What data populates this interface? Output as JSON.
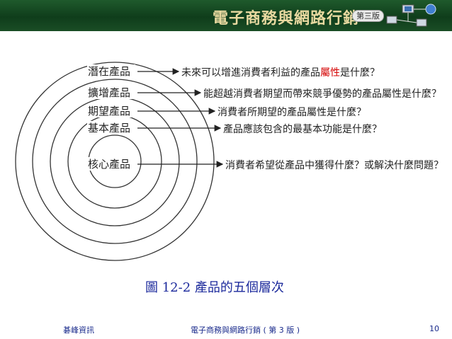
{
  "header": {
    "title": "電子商務與網路行銷",
    "edition": "第三版"
  },
  "layers": [
    {
      "label": "潛在產品",
      "question_pre": "未來可以增進消費者利益的產品",
      "question_hl": "屬性",
      "question_post": "是什麼？"
    },
    {
      "label": "擴增產品",
      "question_pre": "能超越消費者期望而帶來競爭優勢的產品屬性是什麼？",
      "question_hl": "",
      "question_post": ""
    },
    {
      "label": "期望產品",
      "question_pre": "消費者所期望的產品屬性是什麼？",
      "question_hl": "",
      "question_post": ""
    },
    {
      "label": "基本產品",
      "question_pre": "產品應該包含的最基本功能是什麼？",
      "question_hl": "",
      "question_post": ""
    },
    {
      "label": "核心產品",
      "question_pre": "消費者希望從產品中獲得什麼？或解決什麼問題？",
      "question_hl": "",
      "question_post": ""
    }
  ],
  "caption": "圖 12-2   產品的五個層次",
  "footer": {
    "left": "碁峰資訊",
    "middle": "電子商務與網路行銷 ( 第 3 版 )",
    "right": "10"
  },
  "colors": {
    "header_bg": "#1a4d25",
    "highlight": "#d40000",
    "caption": "#1c2a9c"
  }
}
